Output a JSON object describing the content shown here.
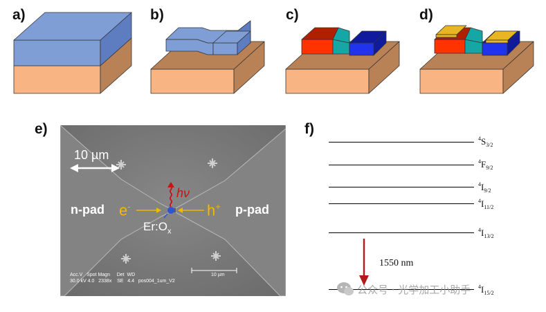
{
  "panels": {
    "a": "a)",
    "b": "b)",
    "c": "c)",
    "d": "d)",
    "e": "e)",
    "f": "f)"
  },
  "colors": {
    "substrate_side": "#f8b483",
    "substrate_top": "#b98156",
    "film_blue": "#7f9ed6",
    "film_blue_dark": "#5d7dc0",
    "n_region": "#ff3300",
    "n_region_dark": "#b02000",
    "junction": "#17a6a6",
    "p_region": "#2233ee",
    "p_region_dark": "#0f1a9c",
    "gold": "#e7b622",
    "sem_bg": "#7a7a7a",
    "carrier_label": "#f5b800",
    "photon": "#cc1111",
    "transition_arrow": "#b31b1b"
  },
  "sem": {
    "scalebar_label": "10 µm",
    "n_pad": "n-pad",
    "p_pad": "p-pad",
    "electron": "e",
    "electron_sup": "-",
    "hole": "h",
    "hole_sup": "+",
    "photon": "hν",
    "material": "Er:O",
    "material_sub": "x",
    "footer_line1": "Acc.V   Spot Magn     Det  WD  ",
    "footer_line2": "30.0 kV 4.0   2338x    SE   4.4   pos004_1um_V2",
    "footer_scale": "10 µm"
  },
  "levels": [
    {
      "term": "S",
      "mult": "4",
      "j": "3/2"
    },
    {
      "term": "F",
      "mult": "4",
      "j": "9/2"
    },
    {
      "term": "I",
      "mult": "4",
      "j": "9/2"
    },
    {
      "term": "I",
      "mult": "4",
      "j": "11/2"
    },
    {
      "term": "I",
      "mult": "4",
      "j": "13/2"
    },
    {
      "term": "I",
      "mult": "4",
      "j": "15/2"
    }
  ],
  "transition_label": "1550 nm",
  "watermark": "公众号 · 光学加工小助手"
}
